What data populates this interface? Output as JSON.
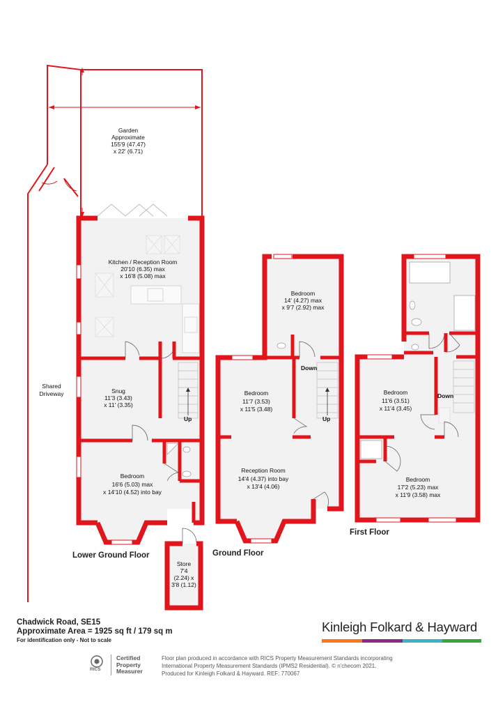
{
  "rooms": {
    "garden": {
      "name": "Garden",
      "line1": "Approximate",
      "line2": "155'9 (47.47)",
      "line3": "x 22' (6.71)"
    },
    "kitchen": {
      "name": "Kitchen / Reception Room",
      "line1": "20'10 (6.35) max",
      "line2": "x 16'8 (5.08) max"
    },
    "snug": {
      "name": "Snug",
      "line1": "11'3 (3.43)",
      "line2": "x 11' (3.35)"
    },
    "lg_bedroom": {
      "name": "Bedroom",
      "line1": "16'6 (5.03) max",
      "line2": "x 14'10 (4.52) into bay"
    },
    "store": {
      "name": "Store",
      "line1": "7'4",
      "line2": "(2.24) x",
      "line3": "3'8 (1.12)"
    },
    "shared_driveway": {
      "line1": "Shared",
      "line2": "Driveway"
    },
    "gf_bedroom_rear": {
      "name": "Bedroom",
      "line1": "14' (4.27) max",
      "line2": "x 9'7 (2.92) max"
    },
    "gf_bedroom_mid": {
      "name": "Bedroom",
      "line1": "11'7 (3.53)",
      "line2": "x 11'5 (3.48)"
    },
    "reception": {
      "name": "Reception Room",
      "line1": "14'4 (4.37) into bay",
      "line2": "x 13'4 (4.06)"
    },
    "ff_bedroom_mid": {
      "name": "Bedroom",
      "line1": "11'6 (3.51)",
      "line2": "x 11'4 (3.45)"
    },
    "ff_bedroom_front": {
      "name": "Bedroom",
      "line1": "17'2 (5.23) max",
      "line2": "x 11'9 (3.58) max"
    }
  },
  "stairs": {
    "up": "Up",
    "down": "Down"
  },
  "floors": {
    "lower_ground": "Lower Ground Floor",
    "ground": "Ground Floor",
    "first": "First Floor"
  },
  "footer": {
    "address": "Chadwick Road, SE15",
    "area": "Approximate Area = 1925 sq ft / 179 sq m",
    "disclaimer": "For identification only - Not to scale",
    "brand": "Kinleigh Folkard & Hayward",
    "brand_colors": [
      "#f47920",
      "#8a2b84",
      "#3fb2c6",
      "#3aa53f"
    ],
    "plan_color": "#e1161c",
    "rics_line1": "Certified",
    "rics_line2": "Property",
    "rics_line3": "Measurer",
    "rics_logo": "RICS",
    "note_line1": "Floor plan produced in accordance with RICS Property Measurement Standards incorporating",
    "note_line2": "International Property Measurement Standards (IPMS2 Residential).  © n'checom 2021.",
    "note_line3": "Produced for Kinleigh Folkard & Hayward.   REF: 770067"
  }
}
